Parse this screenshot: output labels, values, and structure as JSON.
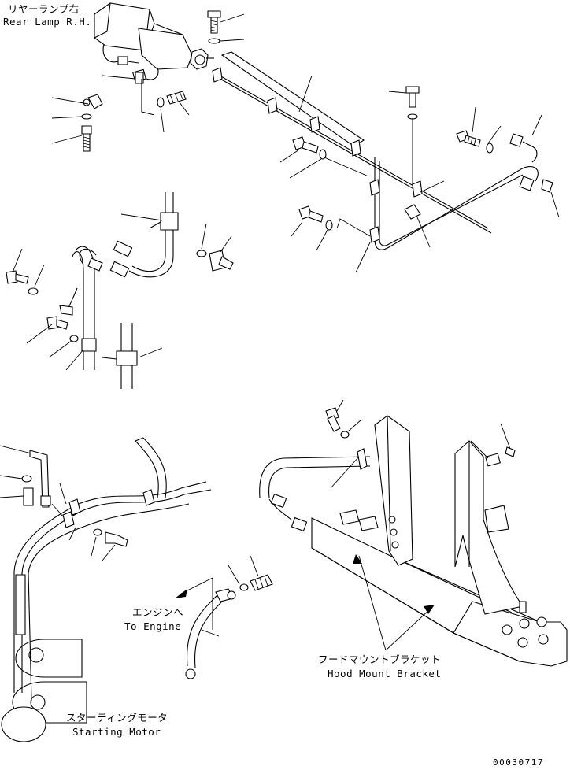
{
  "labels": {
    "rear_lamp_jp": "リヤーランプ右",
    "rear_lamp_en": "Rear Lamp R.H.",
    "to_engine_jp": "エンジンへ",
    "to_engine_en": "To Engine",
    "hood_bracket_jp": "フードマウントブラケット",
    "hood_bracket_en": "Hood Mount Bracket",
    "starting_motor_jp": "スターティングモータ",
    "starting_motor_en": "Starting Motor"
  },
  "drawing_ref": "00030717"
}
